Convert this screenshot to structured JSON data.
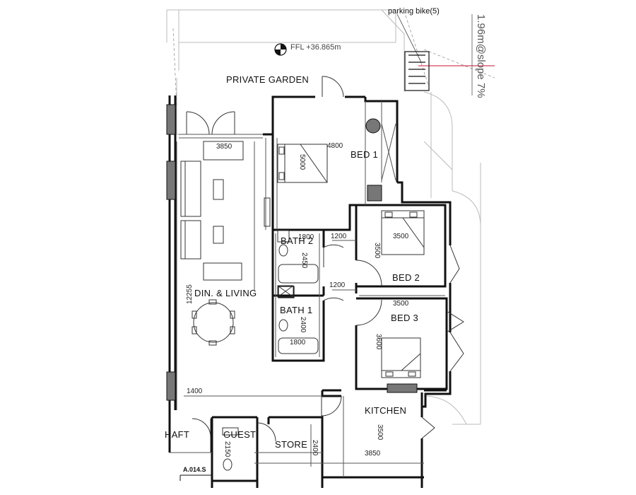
{
  "plan": {
    "rooms": {
      "private_garden": "PRIVATE GARDEN",
      "bed1": "BED 1",
      "bed2": "BED 2",
      "bed3": "BED 3",
      "bath2": "BATH 2",
      "bath1": "BATH 1",
      "din_living": "DIN. & LIVING",
      "kitchen": "KITCHEN",
      "store": "STORE",
      "guest": "GUEST",
      "shaft": "HAFT"
    },
    "annotations": {
      "ffl": "FFL +36.865m",
      "parking": "parking bike(5)",
      "slope": "1.96m@slope 7%",
      "section_ref": "A.014.S"
    },
    "dimensions": {
      "bed1_w": "4800",
      "bed1_h": "5000",
      "living_top": "3850",
      "living_len": "12255",
      "bath2_w": "1800",
      "bath2_h": "2450",
      "corr_top": "1200",
      "corr_mid": "1200",
      "bath1_h": "2400",
      "bath1_w": "1800",
      "bed2_w": "3500",
      "bed2_h": "3500",
      "bed3_w": "3500",
      "bed3_h": "3600",
      "living_bottom": "1400",
      "kitchen_h": "3500",
      "kitchen_w": "3850",
      "store_h": "2400",
      "guest_h": "2150"
    },
    "colors": {
      "wall": "#111111",
      "thin": "#555555",
      "faint": "#bbbbbb",
      "fixture_fill": "#777777",
      "accent_line": "#c8102e"
    }
  }
}
